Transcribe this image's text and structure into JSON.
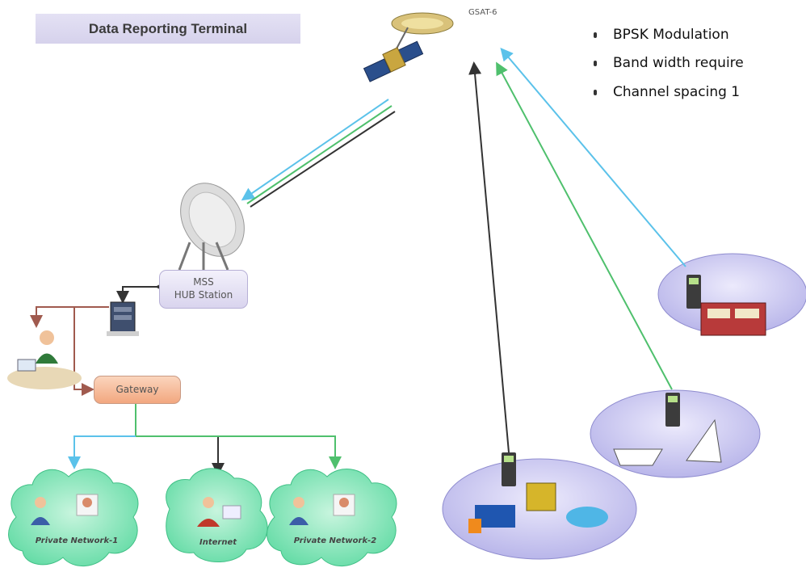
{
  "header": {
    "title": "Data Reporting Terminal"
  },
  "satellite": {
    "label": "GSAT-6"
  },
  "bullets": [
    "BPSK Modulation",
    "Band width require",
    "Channel spacing 1"
  ],
  "hub": {
    "line1": "MSS",
    "line2": "HUB Station"
  },
  "gateway": {
    "label": "Gateway"
  },
  "clouds": [
    {
      "label": "Private Network-1"
    },
    {
      "label": "Internet"
    },
    {
      "label": "Private Network-2"
    }
  ],
  "colors": {
    "link_blue": "#5bc2ea",
    "link_green": "#4fc06d",
    "link_dark": "#333333",
    "link_brown": "#a05a4e",
    "cloud_fill": "#7ee6b8",
    "ellipse_fill": "#c4c3ef"
  }
}
